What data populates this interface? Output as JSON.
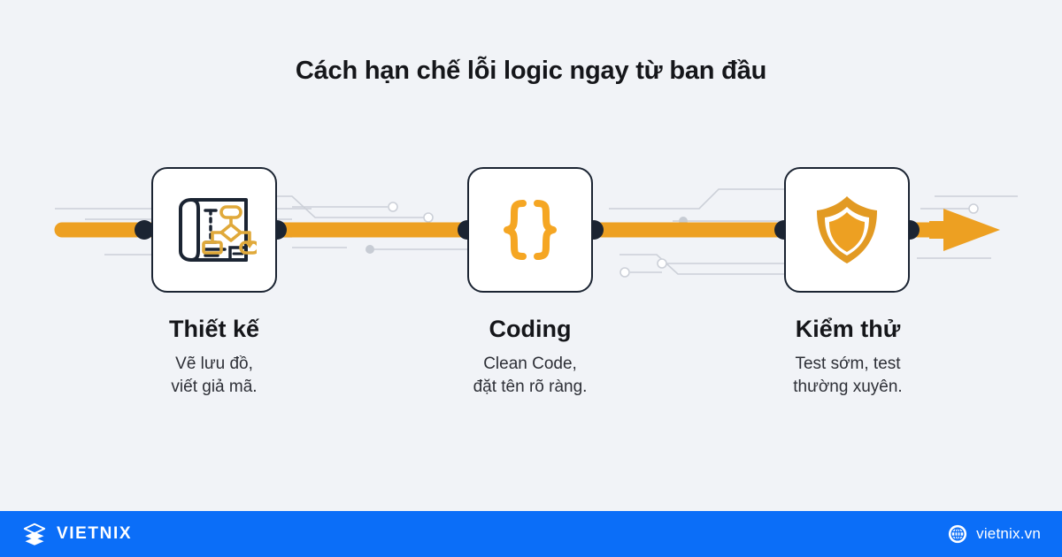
{
  "page": {
    "title": "Cách hạn chế lỗi logic ngay từ ban đầu",
    "background_color": "#f1f3f7",
    "accent_color": "#eda022",
    "node_color": "#1b2432",
    "footer_color": "#0b6ef8"
  },
  "flow": {
    "direction": "left-to-right",
    "arrow_label": "flow-arrow",
    "steps": [
      {
        "id": "design",
        "icon": "blueprint-flowchart-icon",
        "title": "Thiết kế",
        "desc_line1": "Vẽ lưu đồ,",
        "desc_line2": "viết giả mã."
      },
      {
        "id": "coding",
        "icon": "curly-braces-icon",
        "title": "Coding",
        "desc_line1": "Clean Code,",
        "desc_line2": "đặt tên rõ ràng."
      },
      {
        "id": "testing",
        "icon": "shield-icon",
        "title": "Kiểm thử",
        "desc_line1": "Test sớm, test",
        "desc_line2": "thường xuyên."
      }
    ]
  },
  "footer": {
    "brand_icon": "stacked-layers-logo-icon",
    "brand_name": "VIETNIX",
    "globe_icon": "globe-icon",
    "site_url": "vietnix.vn"
  }
}
